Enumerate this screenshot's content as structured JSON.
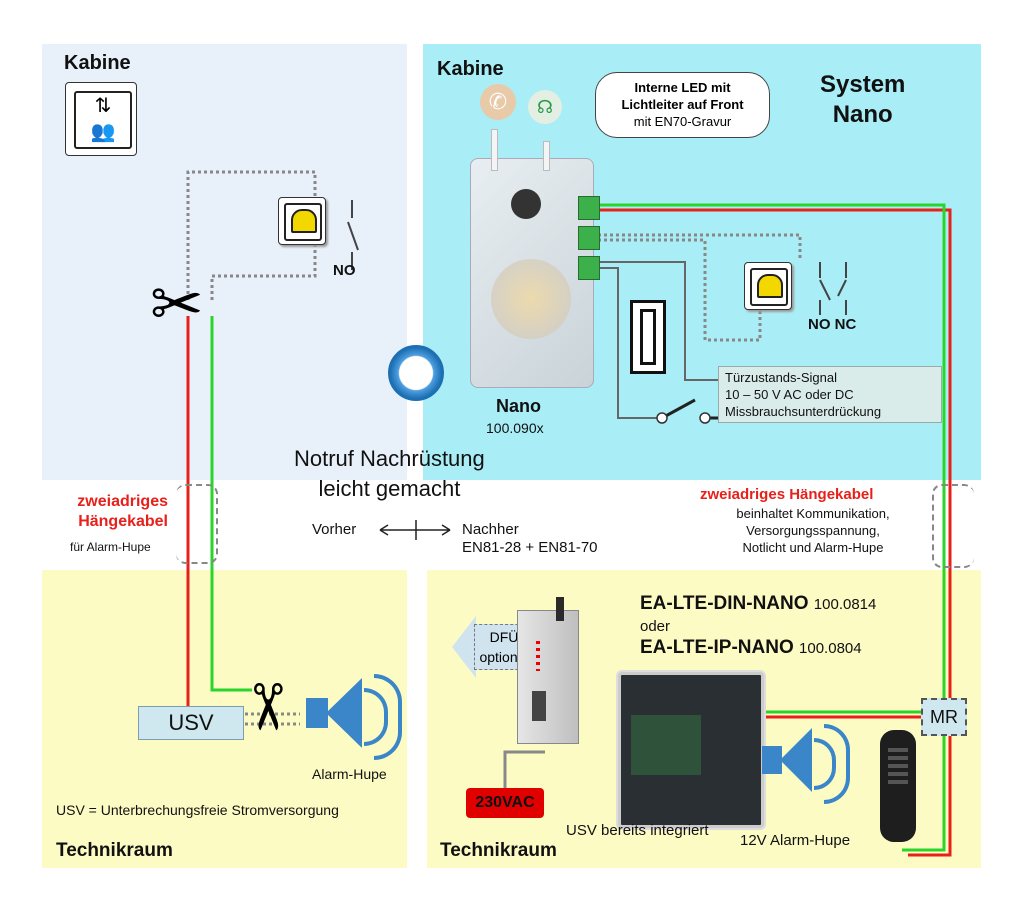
{
  "top_left": {
    "title": "Kabine",
    "switch_label": "NO"
  },
  "top_right": {
    "title": "Kabine",
    "system_title_line1": "System",
    "system_title_line2": "Nano",
    "callout_line1": "Interne LED mit",
    "callout_line2": "Lichtleiter auf Front",
    "callout_line3": "mit EN70-Gravur",
    "device_name": "Nano",
    "device_number": "100.090x",
    "switch_labels": "NO NC",
    "door_signal_line1": "Türzustands-Signal",
    "door_signal_line2": "10 – 50 V AC oder DC",
    "door_signal_line3": "Missbrauchsunterdrückung"
  },
  "middle": {
    "headline_line1": "Notruf Nachrüstung",
    "headline_line2": "leicht gemacht",
    "before_label": "Vorher",
    "after_label": "Nachher",
    "standards": "EN81-28 + EN81-70",
    "left_cable_line1": "zweiadriges",
    "left_cable_line2": "Hängekabel",
    "left_cable_line3": "für Alarm-Hupe",
    "right_cable_title": "zweiadriges Hängekabel",
    "right_cable_line1": "beinhaltet Kommunikation,",
    "right_cable_line2": "Versorgungsspannung,",
    "right_cable_line3": "Notlicht und Alarm-Hupe"
  },
  "bottom_left": {
    "usv_label": "USV",
    "horn_label": "Alarm-Hupe",
    "usv_legend": "USV = Unterbrechungsfreie Stromversorgung",
    "title": "Technikraum"
  },
  "bottom_right": {
    "product1_name": "EA-LTE-DIN-NANO",
    "product1_number": "100.0814",
    "or_label": "oder",
    "product2_name": "EA-LTE-IP-NANO",
    "product2_number": "100.0804",
    "dfu_line1": "DFÜ",
    "dfu_line2": "optional",
    "power_label": "230VAC",
    "usv_integrated": "USV bereits integriert",
    "horn_label": "12V Alarm-Hupe",
    "mr_label": "MR",
    "title": "Technikraum"
  },
  "colors": {
    "zone_top_left": "#e8f1fa",
    "zone_top_right": "#a9eef6",
    "zone_bottom": "#fdfbc4",
    "wire_red": "#e8201a",
    "wire_green": "#2ad52a",
    "accent_red_text": "#e8201a",
    "power_badge": "#e00000",
    "bell_yellow": "#f3d800",
    "horn_blue": "#3a86c8"
  }
}
